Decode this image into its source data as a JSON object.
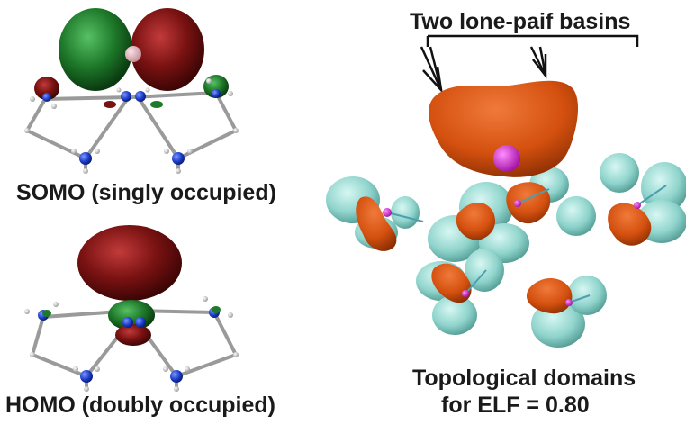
{
  "captions": {
    "somo": "SOMO (singly occupied)",
    "homo": "HOMO (doubly occupied)",
    "basins": "Two lone-paif basins",
    "topo_line1": "Topological domains",
    "topo_line2": "for ELF = 0.80"
  },
  "colors": {
    "orbital_positive": "#7a1212",
    "orbital_negative": "#1e7a2a",
    "elf_lone_pair": "#d4500f",
    "elf_bond": "#8fd4cc",
    "nitrogen_atom": "#1a3cc8",
    "hydrogen_atom": "#e8e8e8",
    "central_atom": "#e8b8c0",
    "attractor": "#d51cd5"
  }
}
